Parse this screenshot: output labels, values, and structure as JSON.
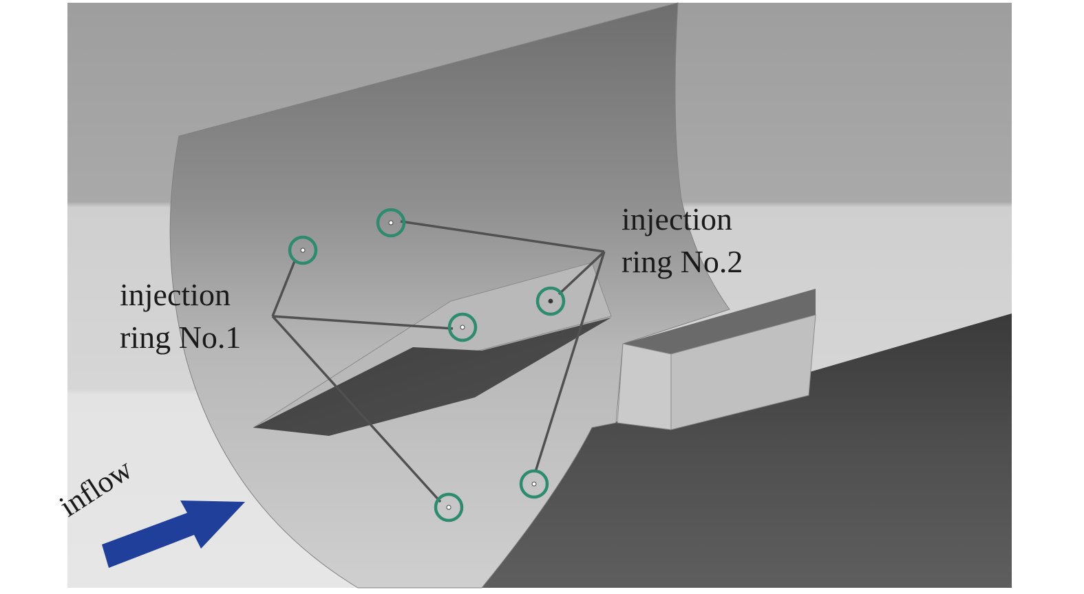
{
  "labels": {
    "ring1_line1": "injection",
    "ring1_line2": "ring No.1",
    "ring2_line1": "injection",
    "ring2_line2": "ring No.2",
    "inflow": "inflow"
  },
  "injection_rings": [
    {
      "name": "injection ring No.1",
      "port_count": 3
    },
    {
      "name": "injection ring No.2",
      "port_count": 3
    }
  ],
  "colors": {
    "port_marker": "#2e8b6e",
    "inflow_arrow": "#1f3f9a",
    "leader_line": "#505050"
  }
}
